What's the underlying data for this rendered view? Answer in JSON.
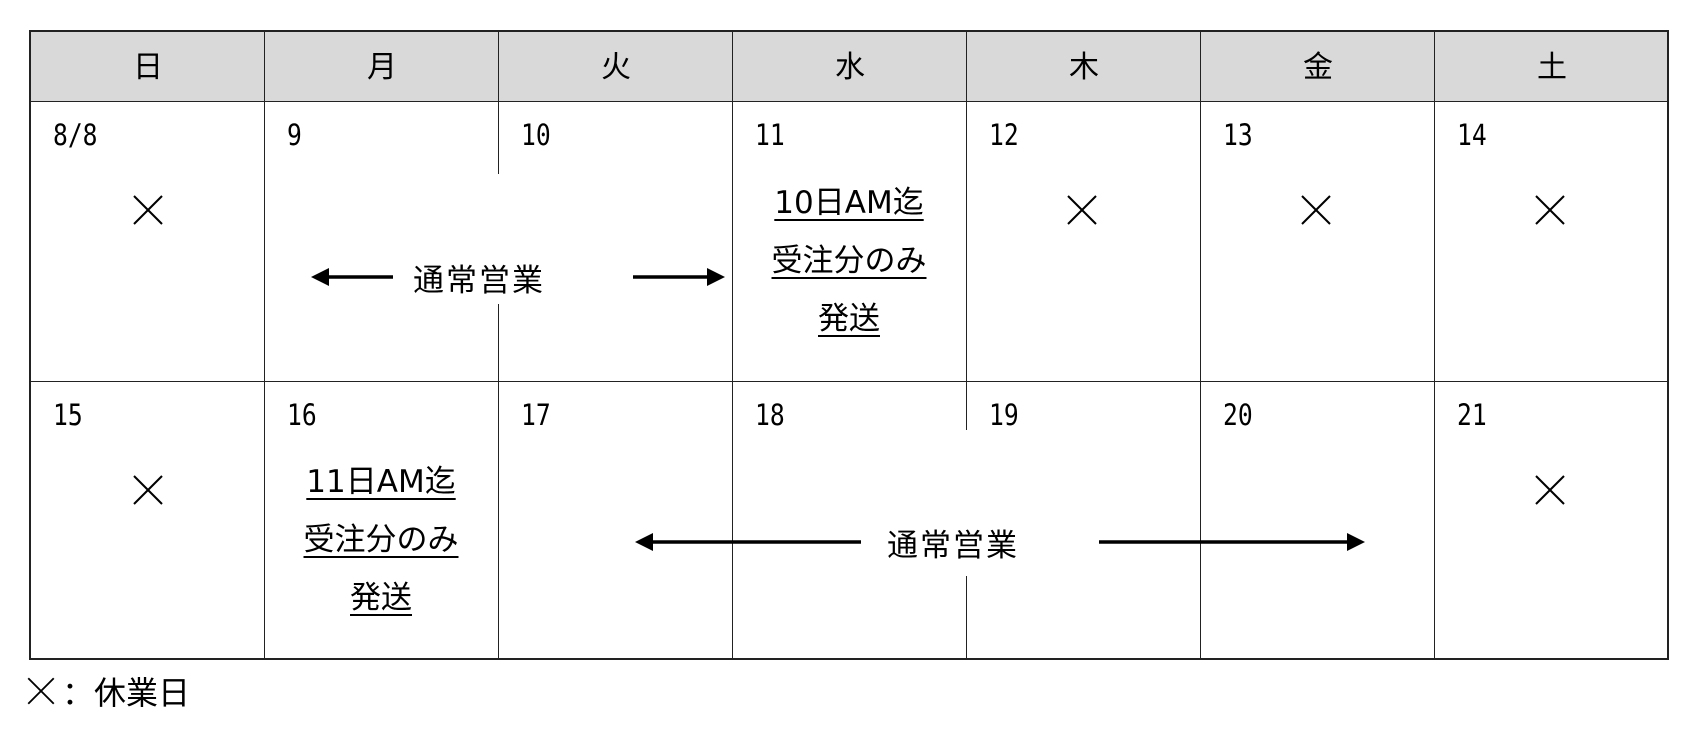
{
  "calendar": {
    "weekdays": [
      "日",
      "月",
      "火",
      "水",
      "木",
      "金",
      "土"
    ],
    "week1": {
      "days": [
        "8/8",
        "9",
        "10",
        "11",
        "12",
        "13",
        "14"
      ],
      "closed": [
        "8/8",
        "12",
        "13",
        "14"
      ],
      "note": {
        "day": "11",
        "lines": [
          "10日AM迄",
          "受注分のみ",
          "発送"
        ]
      },
      "business_label": "通常営業"
    },
    "week2": {
      "days": [
        "15",
        "16",
        "17",
        "18",
        "19",
        "20",
        "21"
      ],
      "closed": [
        "15",
        "21"
      ],
      "note": {
        "day": "16",
        "lines": [
          "11日AM迄",
          "受注分のみ",
          "発送"
        ]
      },
      "business_label": "通常営業"
    }
  },
  "legend": {
    "symbol": "×",
    "text": "：休業日"
  }
}
